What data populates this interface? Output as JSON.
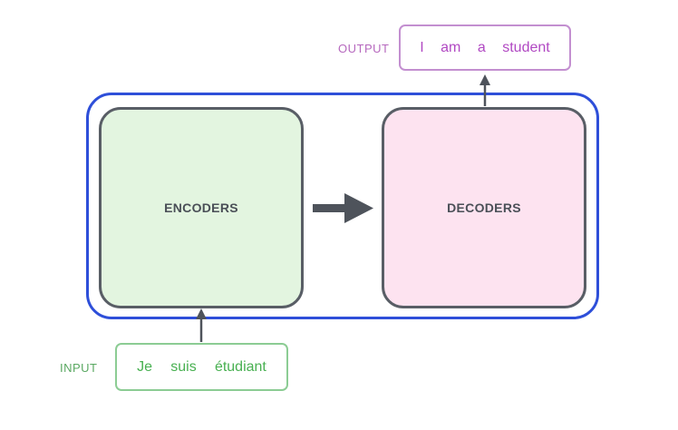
{
  "encoders": {
    "label": "ENCODERS"
  },
  "decoders": {
    "label": "DECODERS"
  },
  "input": {
    "label": "INPUT",
    "tokens": [
      "Je",
      "suis",
      "étudiant"
    ]
  },
  "output": {
    "label": "OUTPUT",
    "tokens": [
      "I",
      "am",
      "a",
      "student"
    ]
  },
  "colors": {
    "container_border": "#2e4fd9",
    "encoder_fill": "#e3f5e0",
    "decoder_fill": "#fde3f0",
    "block_border": "#595e66",
    "input_text": "#48b051",
    "output_text": "#b149c3"
  }
}
